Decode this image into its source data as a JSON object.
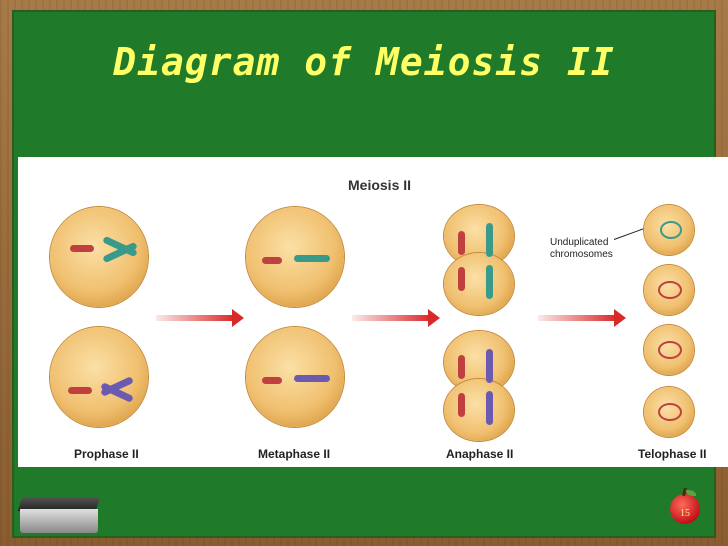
{
  "slide": {
    "title": "Diagram of Meiosis II",
    "page_number": "15",
    "colors": {
      "board": "#1f7a2a",
      "frame": "#9a6b3c",
      "title": "#ffff66",
      "arrow": "#d92a2a",
      "cell": "#f0c070"
    }
  },
  "figure": {
    "title": "Meiosis II",
    "stages": [
      {
        "label": "Prophase II"
      },
      {
        "label": "Metaphase II"
      },
      {
        "label": "Anaphase II"
      },
      {
        "label": "Telophase II"
      }
    ],
    "annotation": "Unduplicated chromosomes"
  },
  "icons": {
    "eraser": "eraser-icon",
    "apple": "apple-icon",
    "arrow": "right-arrow-icon"
  }
}
